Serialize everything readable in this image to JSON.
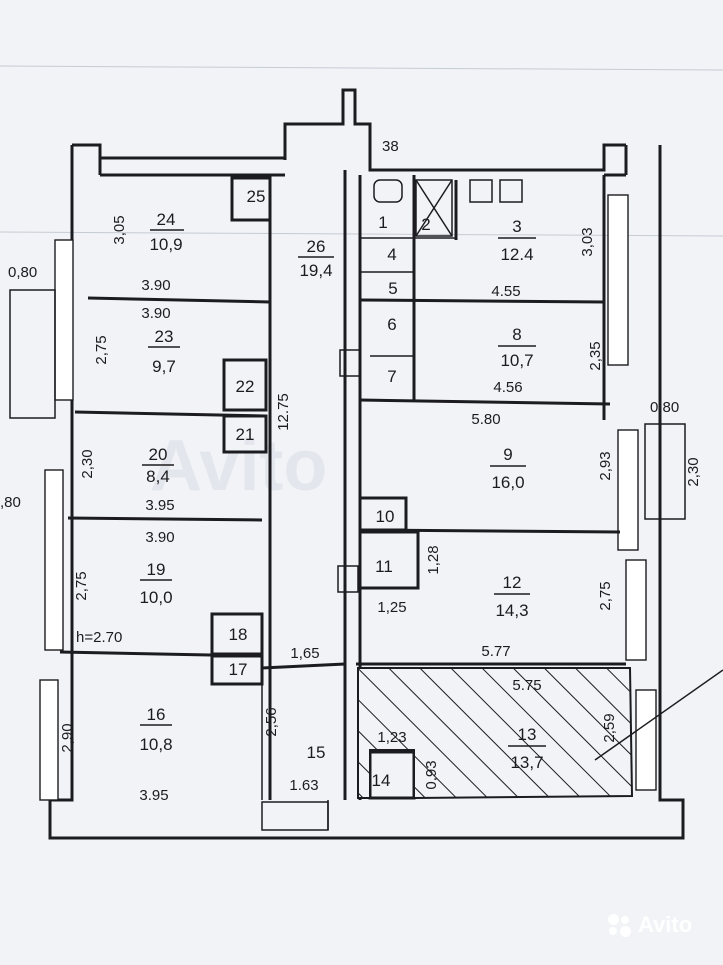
{
  "watermark": {
    "brand": "Avito"
  },
  "rooms": [
    {
      "num": "1"
    },
    {
      "num": "2"
    },
    {
      "num": "3",
      "area": "12.4"
    },
    {
      "num": "4"
    },
    {
      "num": "5"
    },
    {
      "num": "6"
    },
    {
      "num": "7"
    },
    {
      "num": "8",
      "area": "10,7"
    },
    {
      "num": "9",
      "area": "16,0"
    },
    {
      "num": "10"
    },
    {
      "num": "11"
    },
    {
      "num": "12",
      "area": "14,3"
    },
    {
      "num": "13",
      "area": "13,7"
    },
    {
      "num": "14"
    },
    {
      "num": "15"
    },
    {
      "num": "16",
      "area": "10,8"
    },
    {
      "num": "17"
    },
    {
      "num": "18"
    },
    {
      "num": "19",
      "area": "10,0"
    },
    {
      "num": "20",
      "area": "8,4"
    },
    {
      "num": "21"
    },
    {
      "num": "22"
    },
    {
      "num": "23",
      "area": "9,7"
    },
    {
      "num": "24",
      "area": "10,9"
    },
    {
      "num": "25"
    },
    {
      "num": "26",
      "area": "19,4"
    }
  ],
  "dimensions": [
    "38",
    "3,05",
    "0,80",
    "3.90",
    "3.90",
    "2,75",
    "2,30",
    "3.95",
    ",80",
    "3.90",
    "2,75",
    "h=2.70",
    "2,90",
    "3.95",
    "12.75",
    "1,65",
    "2,56",
    "1.63",
    "3,03",
    "4.55",
    "2,35",
    "4.56",
    "5.80",
    "0,80",
    "2,93",
    "2,30",
    "1,28",
    "1,25",
    "2,75",
    "5.77",
    "5.75",
    "1,23",
    "0,93",
    "2,59"
  ]
}
